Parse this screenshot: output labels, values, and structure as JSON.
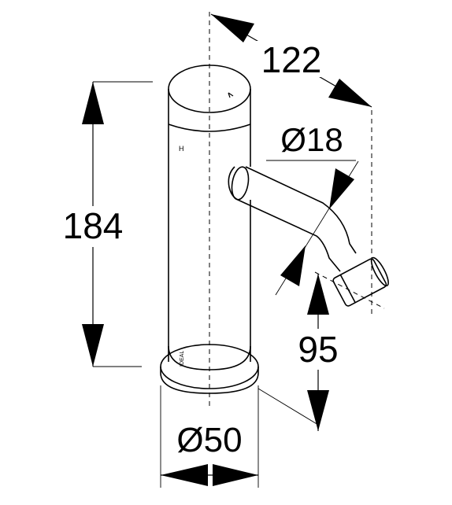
{
  "drawing": {
    "dimensions": {
      "height_label": "184",
      "projection_label": "122",
      "spout_diameter_label": "Ø18",
      "spout_height_label": "95",
      "base_diameter_label": "Ø50"
    },
    "markings": {
      "body_letter": "H",
      "brand_mark": "IDEAL"
    },
    "colors": {
      "line": "#000000",
      "background": "#ffffff"
    },
    "icons": [
      "arrow-head-icon",
      "dashed-centerline"
    ]
  }
}
